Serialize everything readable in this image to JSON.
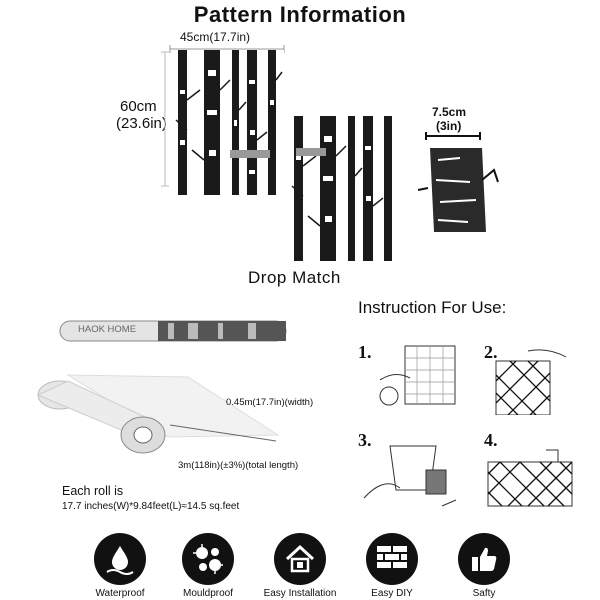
{
  "header": {
    "title": "Pattern Information"
  },
  "pattern": {
    "width_label": "45cm(17.7in)",
    "height_label_cm": "60cm",
    "height_label_in": "(23.6in)",
    "detail_cm": "7.5cm",
    "detail_in": "(3in)",
    "drop_match": "Drop Match"
  },
  "roll": {
    "brand_text": "HAOK HOME",
    "width_text": "0.45m(17.7in)(width)",
    "length_text": "3m(118in)(±3%)(total length)",
    "each_roll_line1": "Each roll is",
    "each_roll_line2": "17.7 inches(W)*9.84feet(L)≈14.5 sq.feet"
  },
  "instructions": {
    "heading": "Instruction For Use:",
    "steps": [
      "1.",
      "2.",
      "3.",
      "4."
    ]
  },
  "features": [
    {
      "label": "Waterproof",
      "icon": "waterproof-icon"
    },
    {
      "label": "Mouldproof",
      "icon": "mouldproof-icon"
    },
    {
      "label": "Easy Installation",
      "icon": "house-icon"
    },
    {
      "label": "Easy DIY",
      "icon": "brick-wall-icon"
    },
    {
      "label": "Safty",
      "icon": "thumbs-up-icon"
    }
  ]
}
